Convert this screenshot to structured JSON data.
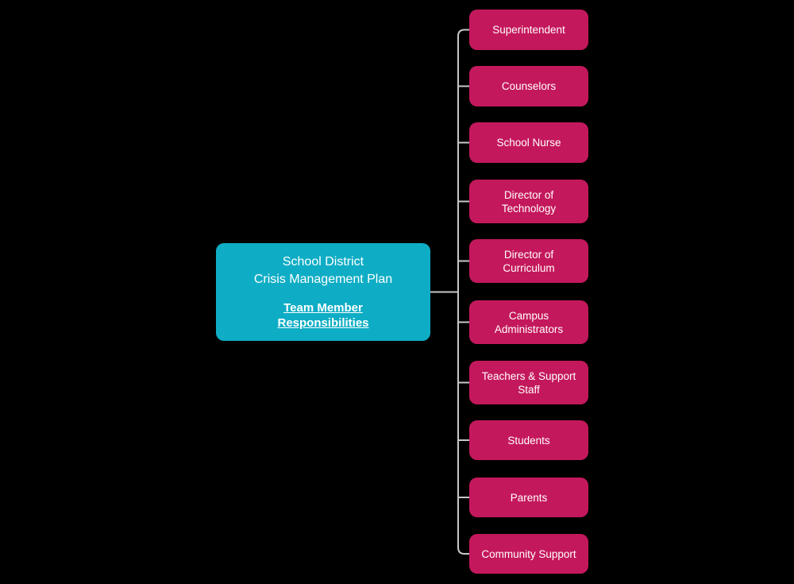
{
  "diagram": {
    "type": "mind-map",
    "background": "#000000",
    "connector_color": "#C8C8C8"
  },
  "root": {
    "title_line1": "School District",
    "title_line2": "Crisis Management Plan",
    "subtitle_line1": "Team Member",
    "subtitle_line2": "Responsibilities",
    "bg_color": "#0EADC5",
    "text_color": "#FFFFFF"
  },
  "branch_style": {
    "bg_color": "#C4185C",
    "text_color": "#FFFFFF"
  },
  "branches": [
    {
      "label": "Superintendent"
    },
    {
      "label": "Counselors"
    },
    {
      "label": "School Nurse"
    },
    {
      "label": "Director of Technology"
    },
    {
      "label": "Director of Curriculum"
    },
    {
      "label": "Campus Administrators"
    },
    {
      "label": "Teachers & Support Staff"
    },
    {
      "label": "Students"
    },
    {
      "label": "Parents"
    },
    {
      "label": "Community Support"
    }
  ]
}
